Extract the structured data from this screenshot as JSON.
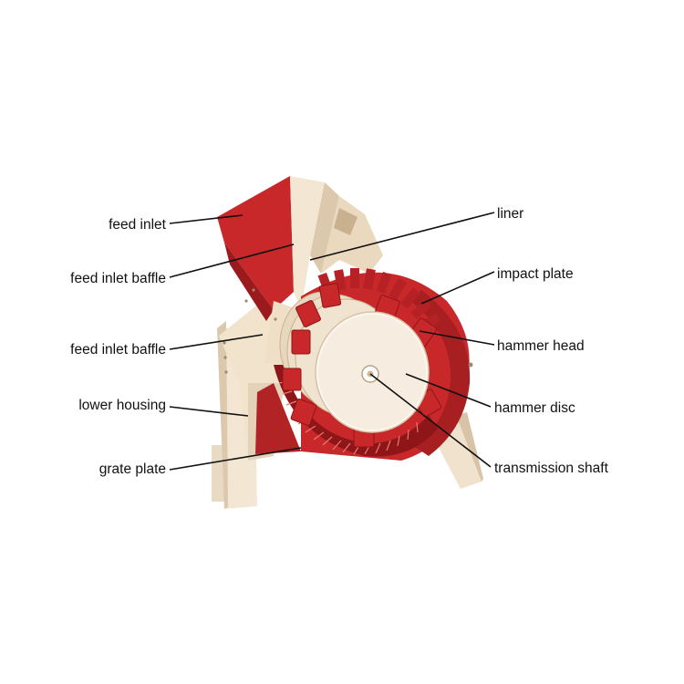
{
  "labels": {
    "feed_inlet": "feed inlet",
    "feed_inlet_baffle_upper": "feed inlet baffle",
    "feed_inlet_baffle_lower": "feed inlet baffle",
    "lower_housing": "lower housing",
    "grate_plate": "grate plate",
    "liner": "liner",
    "impact_plate": "impact plate",
    "hammer_head": "hammer head",
    "hammer_disc": "hammer disc",
    "transmission_shaft": "transmission shaft"
  },
  "colors": {
    "red": "#c8282a",
    "dark_red": "#8e1518",
    "cream": "#f3e6d2",
    "cream_shadow": "#dcc8ad",
    "disc": "#f6ecdf"
  }
}
